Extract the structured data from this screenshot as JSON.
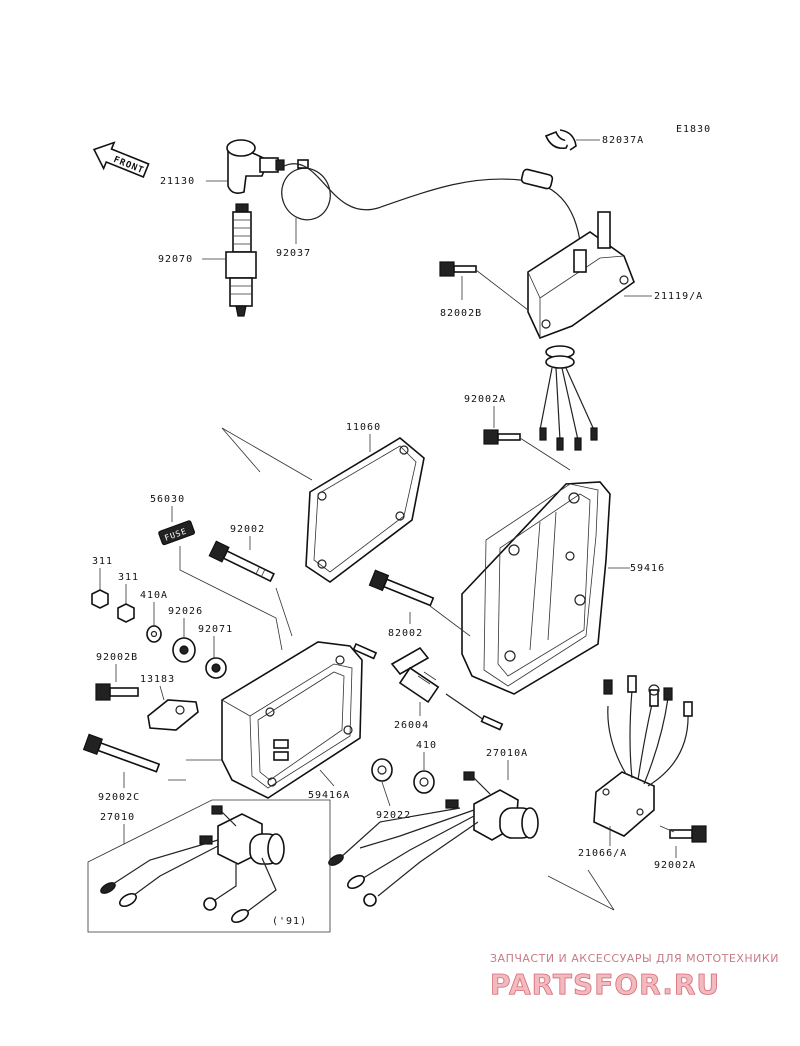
{
  "diagram_id": "E1830",
  "front_label": "FRONT",
  "fuse_label": "FUSE",
  "year_note": "('91)",
  "parts": {
    "p82037A": "82037A",
    "p21130": "21130",
    "p92037": "92037",
    "p92070": "92070",
    "p82002B": "82002B",
    "p21119A": "21119/A",
    "p92002A_top": "92002A",
    "p11060": "11060",
    "p56030": "56030",
    "p92002_a": "92002",
    "p59416": "59416",
    "p311_a": "311",
    "p311_b": "311",
    "p410A": "410A",
    "p92026": "92026",
    "p92071": "92071",
    "p82002": "82002",
    "p92002B": "92002B",
    "p13183": "13183",
    "p26004": "26004",
    "p92002C": "92002C",
    "p59416A": "59416A",
    "p410": "410",
    "p27010A": "27010A",
    "p92022": "92022",
    "p27010": "27010",
    "p21066A": "21066/A",
    "p92002A_bot": "92002A"
  },
  "watermark": {
    "tagline": "ЗАПЧАСТИ И АКСЕССУАРЫ ДЛЯ МОТОТЕХНИКИ",
    "logo": "PARTSFOR.RU"
  }
}
